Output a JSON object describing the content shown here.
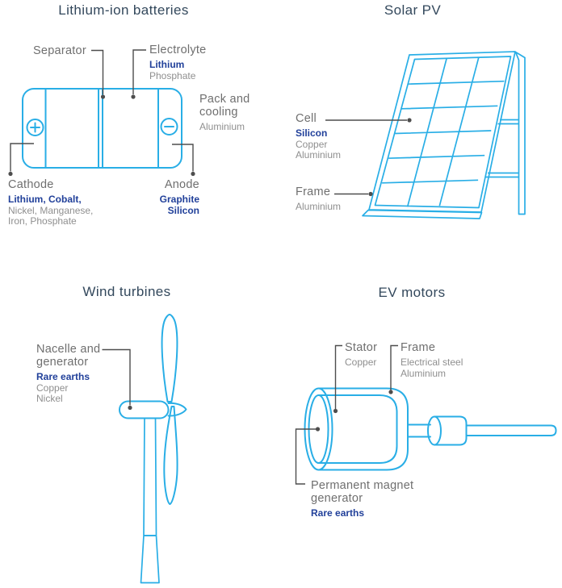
{
  "colors": {
    "outline": "#29aee6",
    "leader": "#4d4d4d",
    "title": "#33485c",
    "label": "#6f6f6f",
    "sublabel": "#8f8f8f",
    "mineral": "#21409a"
  },
  "battery": {
    "title": "Lithium-ion batteries",
    "separator": {
      "name": "Separator"
    },
    "electrolyte": {
      "name": "Electrolyte",
      "critical": "Lithium",
      "other": "Phosphate"
    },
    "pack": {
      "name1": "Pack and",
      "name2": "cooling",
      "other": "Aluminium"
    },
    "cathode": {
      "name": "Cathode",
      "critical": "Lithium, Cobalt,",
      "other1": "Nickel, Manganese,",
      "other2": "Iron, Phosphate"
    },
    "anode": {
      "name": "Anode",
      "critical1": "Graphite",
      "critical2": "Silicon"
    }
  },
  "solar": {
    "title": "Solar PV",
    "cell": {
      "name": "Cell",
      "critical": "Silicon",
      "other1": "Copper",
      "other2": "Aluminium"
    },
    "frame": {
      "name": "Frame",
      "other": "Aluminium"
    }
  },
  "wind": {
    "title": "Wind turbines",
    "nacelle": {
      "name1": "Nacelle and",
      "name2": "generator",
      "critical": "Rare earths",
      "other1": "Copper",
      "other2": "Nickel"
    }
  },
  "ev": {
    "title": "EV motors",
    "stator": {
      "name": "Stator",
      "other": "Copper"
    },
    "frame": {
      "name": "Frame",
      "other1": "Electrical steel",
      "other2": "Aluminium"
    },
    "generator": {
      "name1": "Permanent magnet",
      "name2": "generator",
      "critical": "Rare earths"
    }
  }
}
